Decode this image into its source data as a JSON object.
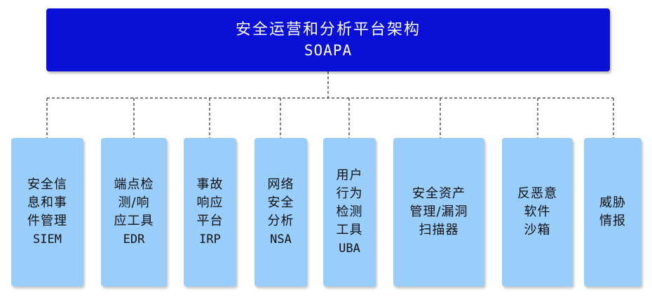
{
  "root": {
    "title": "安全运营和分析平台架构",
    "subtitle": "SOAPA"
  },
  "children": [
    {
      "lines": [
        "安全信",
        "息和事",
        "件管理"
      ],
      "abbr": "SIEM"
    },
    {
      "lines": [
        "端点检",
        "测/响",
        "应工具"
      ],
      "abbr": "EDR"
    },
    {
      "lines": [
        "事故",
        "响应",
        "平台"
      ],
      "abbr": "IRP"
    },
    {
      "lines": [
        "网络",
        "安全",
        "分析"
      ],
      "abbr": "NSA"
    },
    {
      "lines": [
        "用户",
        "行为",
        "检测",
        "工具"
      ],
      "abbr": "UBA"
    },
    {
      "lines": [
        "安全资产",
        "管理/漏洞",
        "扫描器"
      ],
      "abbr": ""
    },
    {
      "lines": [
        "反恶意",
        "软件",
        "沙箱"
      ],
      "abbr": ""
    },
    {
      "lines": [
        "威胁",
        "情报"
      ],
      "abbr": ""
    }
  ],
  "colors": {
    "root_fill": "#0a10d6",
    "child_fill": "#99cdfa",
    "connector": "#555555"
  }
}
